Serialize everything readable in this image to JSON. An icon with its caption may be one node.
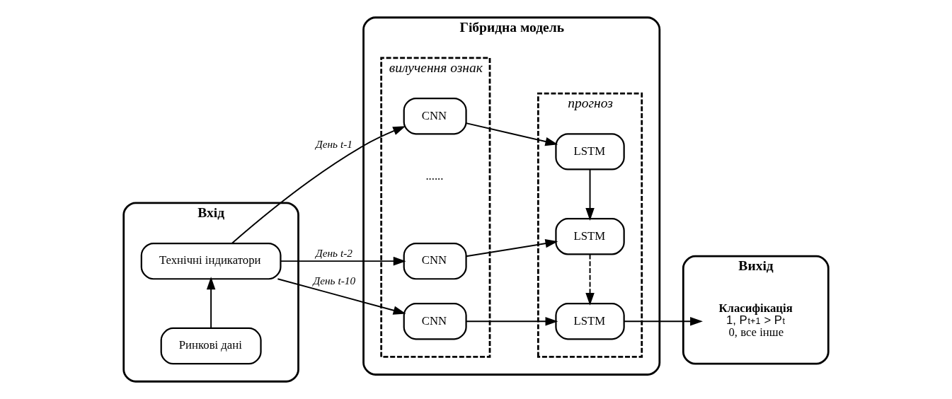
{
  "diagram": {
    "nodes": [
      {
        "text": [
          "Вхід"
        ]
      },
      {
        "text": [
          "Ринкові дані"
        ],
        "in": 0
      },
      {
        "text": [
          "Технічні індикатори"
        ],
        "in": 0
      },
      {
        "text": [
          "Гібридна модель"
        ]
      },
      {
        "text": [
          "вилучення ознак"
        ],
        "in": 3
      },
      {
        "text": [
          "CNN"
        ],
        "in": 4
      },
      {
        "text": [
          "CNN"
        ],
        "in": 4
      },
      {
        "text": [
          "CNN"
        ],
        "in": 4
      },
      {
        "text": [
          "прогноз"
        ],
        "in": 3
      },
      {
        "text": [
          "LSTM"
        ],
        "in": 8
      },
      {
        "text": [
          "LSTM"
        ],
        "in": 8
      },
      {
        "text": [
          "LSTM"
        ],
        "in": 8
      },
      {
        "text": [
          "Вихід"
        ]
      },
      {
        "text": [
          "Класифікація",
          "1, P$_{t+1}$ > P$_{t}$",
          "0, все інше"
        ],
        "in": 12
      }
    ],
    "edges": [
      {
        "from": 1,
        "to": 2,
        "arrow": "to"
      },
      {
        "from": 2,
        "to": 5,
        "arrow": "to",
        "label": "День t-1"
      },
      {
        "from": 2,
        "to": 6,
        "arrow": "to",
        "label": "День t-2"
      },
      {
        "from": 2,
        "to": 7,
        "arrow": "to",
        "label": "День t-10"
      },
      {
        "from": 5,
        "to": 9,
        "arrow": "to"
      },
      {
        "from": 6,
        "to": 10,
        "arrow": "to"
      },
      {
        "from": 7,
        "to": 11,
        "arrow": "to"
      },
      {
        "from": 9,
        "to": 10,
        "arrow": "to"
      },
      {
        "from": 10,
        "to": 11,
        "arrow": "to",
        "style": "dashed"
      },
      {
        "from": 11,
        "to": 13,
        "arrow": "to"
      }
    ],
    "labels": [
      "......"
    ]
  }
}
